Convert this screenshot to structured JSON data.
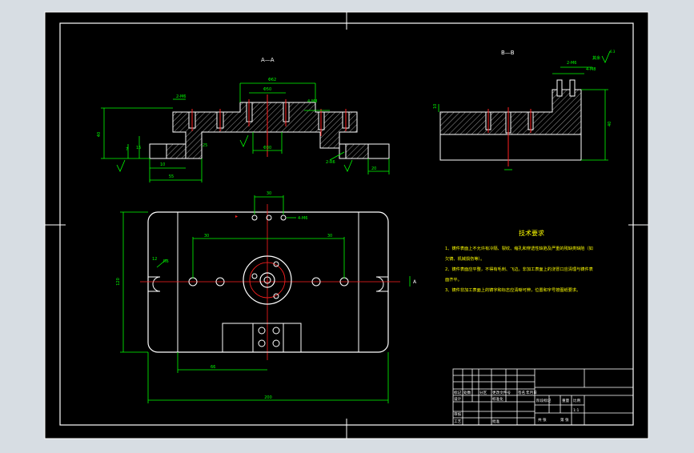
{
  "colors": {
    "frame_bg": "#d7dde3",
    "paper": "#000000",
    "line": "#ffffff",
    "dim": "#00ff00",
    "center": "#ff2020",
    "text_yellow": "#ffff00",
    "label_white": "#ffffff"
  },
  "views": {
    "section_aa_label": "A—A",
    "section_bb_label": "B—B",
    "roughness_other": "其余",
    "roughness_value": "6.3"
  },
  "tech": {
    "title": "技术要求",
    "items": [
      "1、铸件表面上不允许有冷隔、裂纹、缩孔和穿透性缺陷及严重的残缺类缺陷（如",
      "欠铸、机械损伤等）。",
      "2、铸件表面应平整，不得有毛刺、飞边。非加工表面上的浇冒口应清理与铸件表",
      "面齐平。",
      "3、铸件非加工表面上的铸字和标志应清晰可辨，位置和字号按图纸要求。"
    ]
  },
  "title_block": {
    "row_labels": [
      "标记",
      "处数",
      "分区",
      "更改文件号",
      "签名",
      "年月日"
    ],
    "design": "设计",
    "standard": "标准化",
    "review": "审核",
    "process": "工艺",
    "approve": "批准",
    "stage_mark": "阶段标记",
    "weight": "重量",
    "scale": "比例",
    "scale_value": "1:1",
    "sheets": "共 张",
    "sheet": "第 张"
  },
  "dims": {
    "d_top_a": "Φ62",
    "d_top_b": "Φ50",
    "d_a_40": "40",
    "d_a_7": "7",
    "d_a_15": "15",
    "d_a_25": "25",
    "d_a_10": "10",
    "d_a_55": "55",
    "d_a_20": "20",
    "d_a_bottom": "Φ30",
    "d_a_m6": "2-M6",
    "d_a_m8": "4-M8",
    "d_a_r": "2-R6",
    "d_b_10": "10",
    "d_b_40": "40",
    "d_b_m6": "2-M6",
    "d_b_m8": "4-M8",
    "d_p_30": "30",
    "d_p_m6": "4-M6",
    "d_p_left": "30",
    "d_p_right": "30",
    "d_p_h": "120",
    "d_p_66": "66",
    "d_p_total": "200",
    "d_p_12": "12",
    "d_p_r": "R6",
    "d_p_side": "A"
  }
}
